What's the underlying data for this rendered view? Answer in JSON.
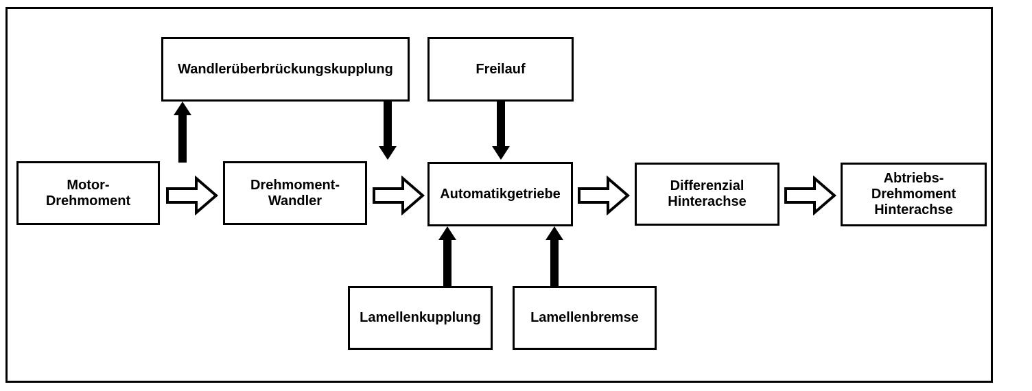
{
  "diagram": {
    "description": "Torque flow block diagram of an automatic transmission drivetrain",
    "colors": {
      "line": "#000000",
      "background": "#ffffff",
      "text": "#000000"
    },
    "nodes": {
      "motor": {
        "label": "Motor-\nDrehmoment"
      },
      "wk": {
        "label": "Wandlerüberbrückungskupplung"
      },
      "freilauf": {
        "label": "Freilauf"
      },
      "wandler": {
        "label": "Drehmoment-\nWandler"
      },
      "getriebe": {
        "label": "Automatikgetriebe"
      },
      "differenzial": {
        "label": "Differenzial\nHinterachse"
      },
      "abtrieb": {
        "label": "Abtriebs-\nDrehmoment\nHinterachse"
      },
      "lamkup": {
        "label": "Lamellenkupplung"
      },
      "lambrems": {
        "label": "Lamellenbremse"
      }
    },
    "connections": [
      {
        "from": "Motor-Drehmoment",
        "to": "Drehmoment-Wandler",
        "style": "hollow-right"
      },
      {
        "from": "Drehmoment-Wandler",
        "to": "Automatikgetriebe",
        "style": "hollow-right"
      },
      {
        "from": "Automatikgetriebe",
        "to": "Differenzial Hinterachse",
        "style": "hollow-right"
      },
      {
        "from": "Differenzial Hinterachse",
        "to": "Abtriebs-Drehmoment Hinterachse",
        "style": "hollow-right"
      },
      {
        "from": "Motor-Drehmoment output",
        "to": "Wandlerüberbrückungskupplung",
        "style": "solid-up"
      },
      {
        "from": "Wandlerüberbrückungskupplung",
        "to": "Automatikgetriebe input",
        "style": "solid-down"
      },
      {
        "from": "Freilauf",
        "to": "Automatikgetriebe",
        "style": "solid-down"
      },
      {
        "from": "Lamellenkupplung",
        "to": "Automatikgetriebe",
        "style": "solid-up"
      },
      {
        "from": "Lamellenbremse",
        "to": "Automatikgetriebe",
        "style": "solid-up"
      }
    ]
  }
}
